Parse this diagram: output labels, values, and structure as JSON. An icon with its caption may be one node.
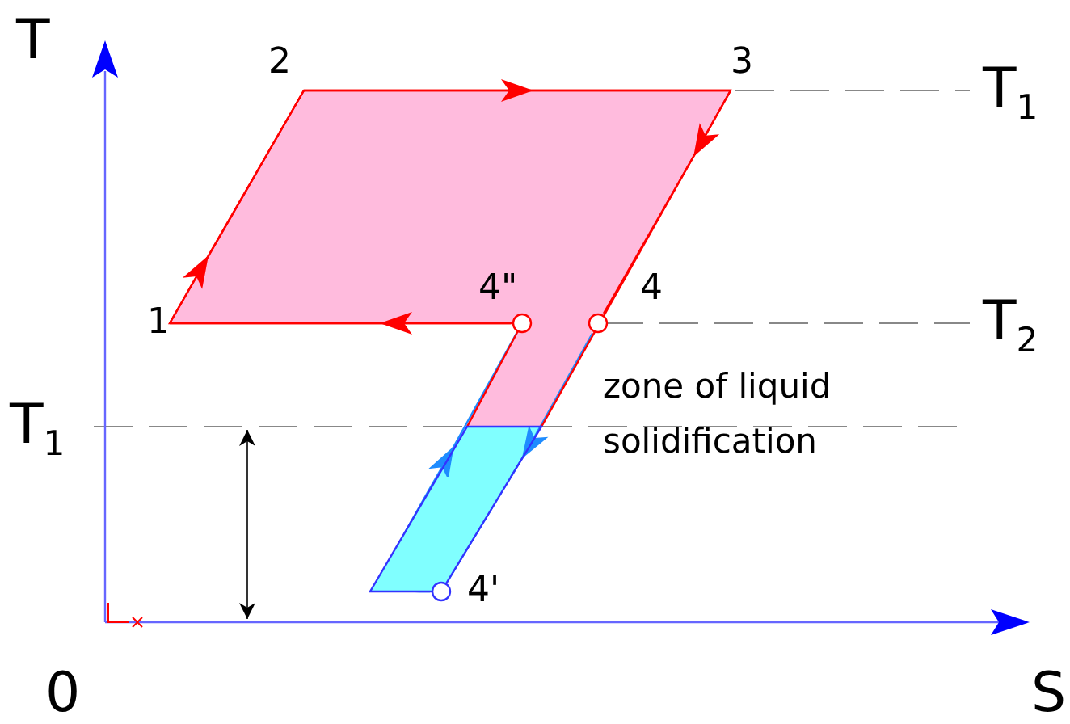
{
  "diagram": {
    "nodes": [
      {
        "text": [
          "2"
        ]
      },
      {
        "text": [
          "3"
        ]
      },
      {
        "text": [
          "1"
        ]
      },
      {
        "text": [],
        "shape": "circle",
        "beside": [
          "4\""
        ]
      },
      {
        "text": [],
        "shape": "circle",
        "beside": [
          "4"
        ]
      },
      {
        "text": [],
        "shape": "circle",
        "beside": [
          "4'"
        ]
      }
    ],
    "edges": [
      {
        "from": 2,
        "to": 0,
        "arrow": "to"
      },
      {
        "from": 0,
        "to": 1,
        "arrow": "to"
      },
      {
        "from": 1,
        "to": 4,
        "arrow": "to"
      },
      {
        "from": 4,
        "to": 5,
        "arrow": "to",
        "color": "#1e8cff"
      },
      {
        "from": 5,
        "to": 3,
        "arrow": "to",
        "color": "#1e8cff"
      },
      {
        "from": 3,
        "to": 2,
        "arrow": "to"
      }
    ],
    "labels": [
      "T",
      "T$_{1}$",
      "T$_{2}$",
      "T$_{1}$",
      "zone of liquid solidification",
      "0",
      "S"
    ]
  }
}
